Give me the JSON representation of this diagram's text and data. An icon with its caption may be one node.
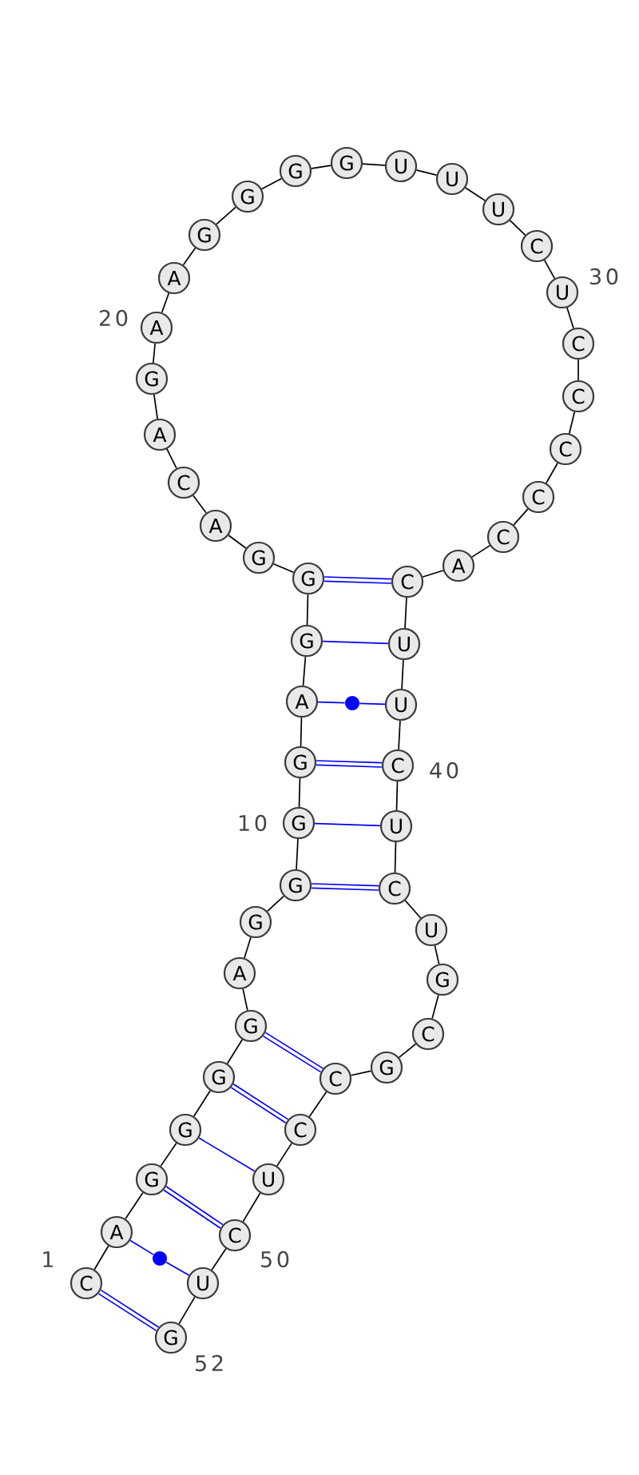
{
  "diagram": {
    "nodes": [
      {
        "text": [
          "C"
        ],
        "beside": [
          "1"
        ]
      },
      {
        "text": [
          "A"
        ]
      },
      {
        "text": [
          "G"
        ]
      },
      {
        "text": [
          "G"
        ]
      },
      {
        "text": [
          "G"
        ]
      },
      {
        "text": [
          "G"
        ]
      },
      {
        "text": [
          "A"
        ]
      },
      {
        "text": [
          "G"
        ]
      },
      {
        "text": [
          "G"
        ]
      },
      {
        "text": [
          "G"
        ],
        "beside": [
          "10"
        ]
      },
      {
        "text": [
          "G"
        ]
      },
      {
        "text": [
          "A"
        ]
      },
      {
        "text": [
          "G"
        ]
      },
      {
        "text": [
          "G"
        ]
      },
      {
        "text": [
          "G"
        ]
      },
      {
        "text": [
          "A"
        ]
      },
      {
        "text": [
          "C"
        ]
      },
      {
        "text": [
          "A"
        ]
      },
      {
        "text": [
          "G"
        ]
      },
      {
        "text": [
          "A"
        ],
        "beside": [
          "20"
        ]
      },
      {
        "text": [
          "A"
        ]
      },
      {
        "text": [
          "G"
        ]
      },
      {
        "text": [
          "G"
        ]
      },
      {
        "text": [
          "G"
        ]
      },
      {
        "text": [
          "G"
        ]
      },
      {
        "text": [
          "U"
        ]
      },
      {
        "text": [
          "U"
        ]
      },
      {
        "text": [
          "U"
        ]
      },
      {
        "text": [
          "C"
        ]
      },
      {
        "text": [
          "U"
        ],
        "beside": [
          "30"
        ]
      },
      {
        "text": [
          "C"
        ]
      },
      {
        "text": [
          "C"
        ]
      },
      {
        "text": [
          "C"
        ]
      },
      {
        "text": [
          "C"
        ]
      },
      {
        "text": [
          "C"
        ]
      },
      {
        "text": [
          "A"
        ]
      },
      {
        "text": [
          "C"
        ]
      },
      {
        "text": [
          "U"
        ]
      },
      {
        "text": [
          "U"
        ]
      },
      {
        "text": [
          "C"
        ],
        "beside": [
          "40"
        ]
      },
      {
        "text": [
          "U"
        ]
      },
      {
        "text": [
          "C"
        ]
      },
      {
        "text": [
          "U"
        ]
      },
      {
        "text": [
          "G"
        ]
      },
      {
        "text": [
          "C"
        ]
      },
      {
        "text": [
          "G"
        ]
      },
      {
        "text": [
          "C"
        ]
      },
      {
        "text": [
          "C"
        ]
      },
      {
        "text": [
          "U"
        ]
      },
      {
        "text": [
          "C"
        ],
        "beside": [
          "50"
        ]
      },
      {
        "text": [
          "U"
        ]
      },
      {
        "text": [
          "G"
        ],
        "beside": [
          "52"
        ]
      },
      {
        "text": [],
        "shape": "circle"
      },
      {
        "text": [],
        "shape": "circle"
      }
    ],
    "edges": [
      {
        "from": 0,
        "to": 1,
        "arrow": "none"
      },
      {
        "from": 1,
        "to": 2,
        "arrow": "none"
      },
      {
        "from": 2,
        "to": 3,
        "arrow": "none"
      },
      {
        "from": 3,
        "to": 4,
        "arrow": "none"
      },
      {
        "from": 4,
        "to": 5,
        "arrow": "none"
      },
      {
        "from": 5,
        "to": 6,
        "arrow": "none"
      },
      {
        "from": 6,
        "to": 7,
        "arrow": "none"
      },
      {
        "from": 7,
        "to": 8,
        "arrow": "none"
      },
      {
        "from": 8,
        "to": 9,
        "arrow": "none"
      },
      {
        "from": 9,
        "to": 10,
        "arrow": "none"
      },
      {
        "from": 10,
        "to": 11,
        "arrow": "none"
      },
      {
        "from": 11,
        "to": 12,
        "arrow": "none"
      },
      {
        "from": 12,
        "to": 13,
        "arrow": "none"
      },
      {
        "from": 13,
        "to": 14,
        "arrow": "none"
      },
      {
        "from": 14,
        "to": 15,
        "arrow": "none"
      },
      {
        "from": 15,
        "to": 16,
        "arrow": "none"
      },
      {
        "from": 16,
        "to": 17,
        "arrow": "none"
      },
      {
        "from": 17,
        "to": 18,
        "arrow": "none"
      },
      {
        "from": 18,
        "to": 19,
        "arrow": "none"
      },
      {
        "from": 19,
        "to": 20,
        "arrow": "none"
      },
      {
        "from": 20,
        "to": 21,
        "arrow": "none"
      },
      {
        "from": 21,
        "to": 22,
        "arrow": "none"
      },
      {
        "from": 22,
        "to": 23,
        "arrow": "none"
      },
      {
        "from": 23,
        "to": 24,
        "arrow": "none"
      },
      {
        "from": 24,
        "to": 25,
        "arrow": "none"
      },
      {
        "from": 25,
        "to": 26,
        "arrow": "none"
      },
      {
        "from": 26,
        "to": 27,
        "arrow": "none"
      },
      {
        "from": 27,
        "to": 28,
        "arrow": "none"
      },
      {
        "from": 28,
        "to": 29,
        "arrow": "none"
      },
      {
        "from": 29,
        "to": 30,
        "arrow": "none"
      },
      {
        "from": 30,
        "to": 31,
        "arrow": "none"
      },
      {
        "from": 31,
        "to": 32,
        "arrow": "none"
      },
      {
        "from": 32,
        "to": 33,
        "arrow": "none"
      },
      {
        "from": 33,
        "to": 34,
        "arrow": "none"
      },
      {
        "from": 34,
        "to": 35,
        "arrow": "none"
      },
      {
        "from": 35,
        "to": 36,
        "arrow": "none"
      },
      {
        "from": 36,
        "to": 37,
        "arrow": "none"
      },
      {
        "from": 37,
        "to": 38,
        "arrow": "none"
      },
      {
        "from": 38,
        "to": 39,
        "arrow": "none"
      },
      {
        "from": 39,
        "to": 40,
        "arrow": "none"
      },
      {
        "from": 40,
        "to": 41,
        "arrow": "none"
      },
      {
        "from": 41,
        "to": 42,
        "arrow": "none"
      },
      {
        "from": 42,
        "to": 43,
        "arrow": "none"
      },
      {
        "from": 43,
        "to": 44,
        "arrow": "none"
      },
      {
        "from": 44,
        "to": 45,
        "arrow": "none"
      },
      {
        "from": 45,
        "to": 46,
        "arrow": "none"
      },
      {
        "from": 46,
        "to": 47,
        "arrow": "none"
      },
      {
        "from": 47,
        "to": 48,
        "arrow": "none"
      },
      {
        "from": 48,
        "to": 49,
        "arrow": "none"
      },
      {
        "from": 49,
        "to": 50,
        "arrow": "none"
      },
      {
        "from": 50,
        "to": 51,
        "arrow": "none"
      },
      {
        "from": 0,
        "to": 51,
        "arrow": "none",
        "style": "thick",
        "color": "#0000ff"
      },
      {
        "from": 1,
        "to": 52,
        "arrow": "none",
        "color": "#0000ff"
      },
      {
        "from": 52,
        "to": 50,
        "arrow": "none",
        "color": "#0000ff"
      },
      {
        "from": 2,
        "to": 49,
        "arrow": "none",
        "style": "thick",
        "color": "#0000ff"
      },
      {
        "from": 3,
        "to": 48,
        "arrow": "none",
        "color": "#0000ff"
      },
      {
        "from": 4,
        "to": 47,
        "arrow": "none",
        "style": "thick",
        "color": "#0000ff"
      },
      {
        "from": 5,
        "to": 46,
        "arrow": "none",
        "style": "thick",
        "color": "#0000ff"
      },
      {
        "from": 8,
        "to": 41,
        "arrow": "none",
        "style": "thick",
        "color": "#0000ff"
      },
      {
        "from": 9,
        "to": 40,
        "arrow": "none",
        "color": "#0000ff"
      },
      {
        "from": 10,
        "to": 39,
        "arrow": "none",
        "style": "thick",
        "color": "#0000ff"
      },
      {
        "from": 11,
        "to": 53,
        "arrow": "none",
        "color": "#0000ff"
      },
      {
        "from": 53,
        "to": 38,
        "arrow": "none",
        "color": "#0000ff"
      },
      {
        "from": 12,
        "to": 37,
        "arrow": "none",
        "color": "#0000ff"
      },
      {
        "from": 13,
        "to": 36,
        "arrow": "none",
        "style": "thick",
        "color": "#0000ff"
      }
    ]
  }
}
